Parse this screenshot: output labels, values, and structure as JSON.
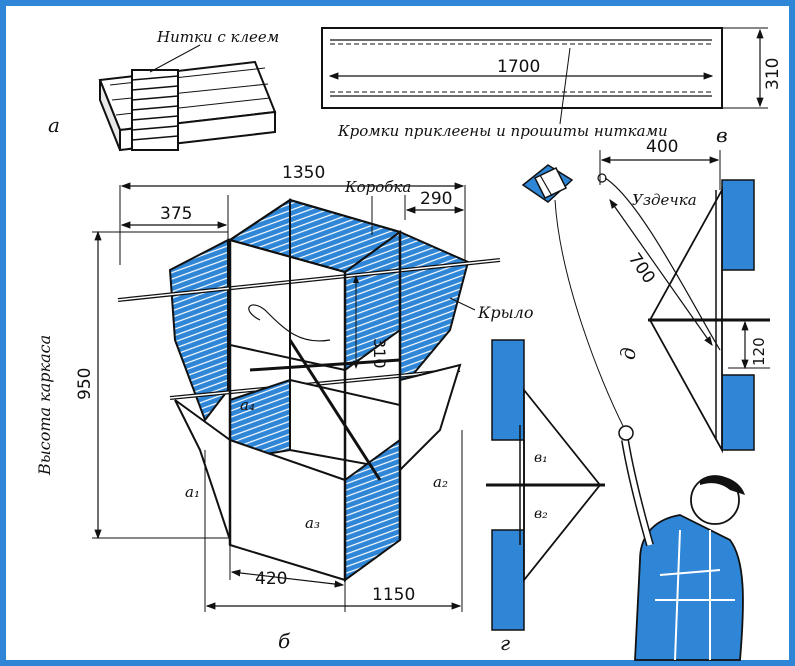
{
  "colors": {
    "frame": "#2f86d6",
    "fabric": "#2f86d6",
    "line": "#111111",
    "paper": "#ffffff"
  },
  "panel_letters": {
    "a": "а",
    "b": "б",
    "v": "в",
    "g": "г",
    "d": "д"
  },
  "labels": {
    "threads_glue": "Нитки с клеем",
    "edges_note": "Кромки приклеены и прошиты нитками",
    "box": "Коробка",
    "wing": "Крыло",
    "bridle": "Уздечка",
    "frame_height": "Высота каркаса"
  },
  "dimensions": {
    "strip_length": "1700",
    "strip_width": "310",
    "total_span": "1350",
    "wing_offset": "375",
    "box_width_top": "290",
    "box_height": "310",
    "frame_height": "950",
    "bottom_width": "420",
    "bottom_span": "1150",
    "bridle_top": "400",
    "bridle_length": "700",
    "bridle_bottom": "120"
  },
  "points": {
    "a1": "а₁",
    "a2": "а₂",
    "a3": "а₃",
    "a4": "а₄",
    "b1": "в₁",
    "b2": "в₂"
  }
}
